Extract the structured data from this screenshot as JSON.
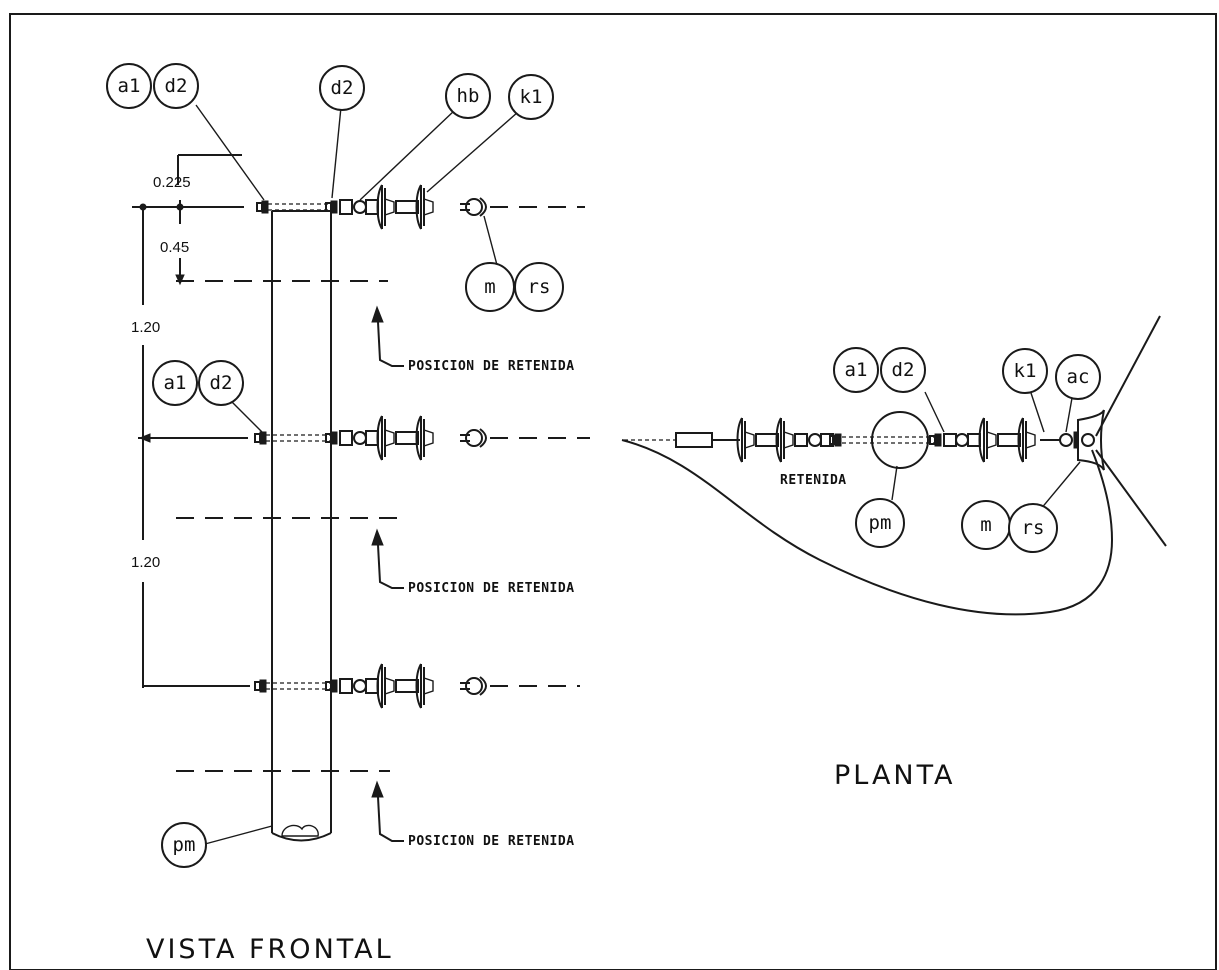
{
  "views": {
    "front_title": "VISTA FRONTAL",
    "plan_title": "PLANTA"
  },
  "dimensions": {
    "d_0225": "0.225",
    "d_045": "0.45",
    "d_120_a": "1.20",
    "d_120_b": "1.20"
  },
  "notes": {
    "guy_position_1": "POSICION DE RETENIDA",
    "guy_position_2": "POSICION DE RETENIDA",
    "guy_position_3": "POSICION DE RETENIDA",
    "plan_retenida": "RETENIDA"
  },
  "callouts": {
    "front_a1_top": "a1",
    "front_d2_top_left": "d2",
    "front_d2_top_right": "d2",
    "front_hb": "hb",
    "front_k1": "k1",
    "front_m": "m",
    "front_rs": "rs",
    "front_a1_mid": "a1",
    "front_d2_mid": "d2",
    "front_pm": "pm",
    "plan_a1": "a1",
    "plan_d2": "d2",
    "plan_k1": "k1",
    "plan_ac": "ac",
    "plan_pm": "pm",
    "plan_m": "m",
    "plan_rs": "rs"
  }
}
